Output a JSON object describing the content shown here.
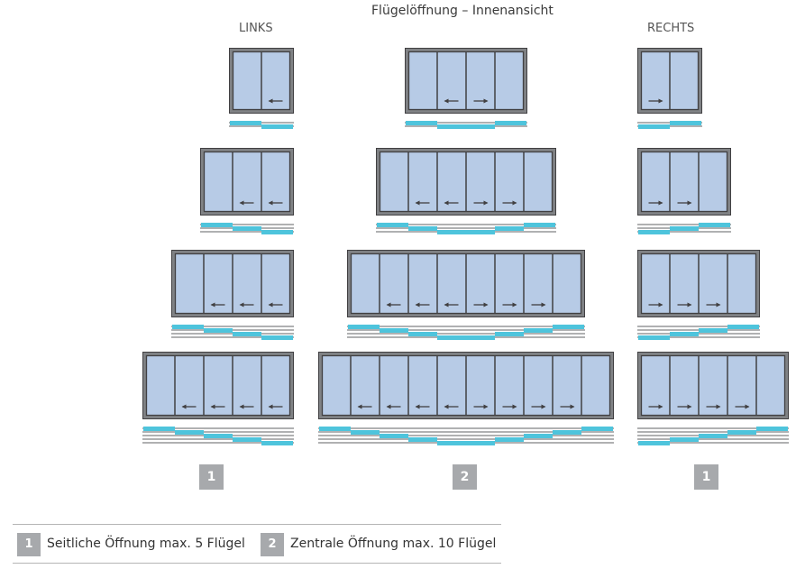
{
  "header": {
    "title": "Flügelöffnung – Innenansicht",
    "left_label": "LINKS",
    "right_label": "RECHTS"
  },
  "colors": {
    "frame": "#808285",
    "frame_border": "#414042",
    "glass": "#b7cbe6",
    "track": "#808285",
    "panel_highlight": "#4ec4dc",
    "badge": "#a7a9ac"
  },
  "groups": {
    "left": {
      "badge": "1",
      "rows": [
        {
          "panels": 2,
          "arrows": [
            "",
            "left"
          ]
        },
        {
          "panels": 3,
          "arrows": [
            "",
            "left",
            "left"
          ]
        },
        {
          "panels": 4,
          "arrows": [
            "",
            "left",
            "left",
            "left"
          ]
        },
        {
          "panels": 5,
          "arrows": [
            "",
            "left",
            "left",
            "left",
            "left"
          ]
        }
      ]
    },
    "center": {
      "badge": "2",
      "rows": [
        {
          "panels": 4,
          "arrows": [
            "",
            "left",
            "right",
            ""
          ]
        },
        {
          "panels": 6,
          "arrows": [
            "",
            "left",
            "left",
            "right",
            "right",
            ""
          ]
        },
        {
          "panels": 8,
          "arrows": [
            "",
            "left",
            "left",
            "left",
            "right",
            "right",
            "right",
            ""
          ]
        },
        {
          "panels": 10,
          "arrows": [
            "",
            "left",
            "left",
            "left",
            "left",
            "right",
            "right",
            "right",
            "right",
            ""
          ]
        }
      ]
    },
    "right": {
      "badge": "1",
      "rows": [
        {
          "panels": 2,
          "arrows": [
            "right",
            ""
          ]
        },
        {
          "panels": 3,
          "arrows": [
            "right",
            "right",
            ""
          ]
        },
        {
          "panels": 4,
          "arrows": [
            "right",
            "right",
            "right",
            ""
          ]
        },
        {
          "panels": 5,
          "arrows": [
            "right",
            "right",
            "right",
            "right",
            ""
          ]
        }
      ]
    }
  },
  "legend": [
    {
      "badge": "1",
      "text": "Seitliche Öffnung max. 5 Flügel"
    },
    {
      "badge": "2",
      "text": "Zentrale Öffnung max. 10 Flügel"
    }
  ]
}
